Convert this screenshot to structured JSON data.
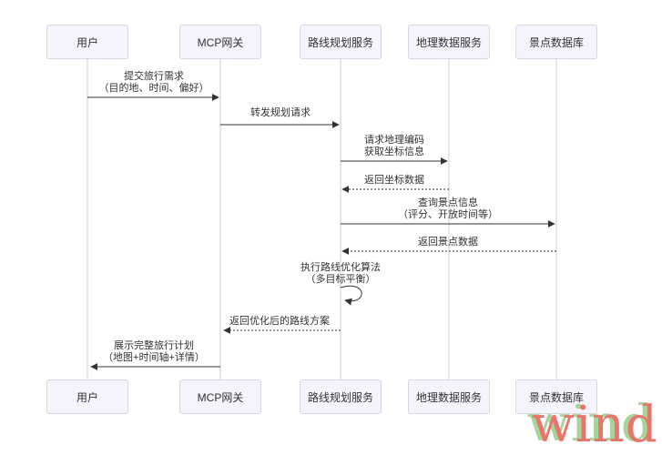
{
  "diagram_title": "MCP travel-planning sequence diagram",
  "participants": [
    {
      "label": "用户"
    },
    {
      "label": "MCP网关"
    },
    {
      "label": "路线规划服务"
    },
    {
      "label": "地理数据服务"
    },
    {
      "label": "景点数据库"
    }
  ],
  "messages": [
    {
      "line1": "提交旅行需求",
      "line2": "（目的地、时间、偏好）",
      "from": "用户",
      "to": "MCP网关",
      "style": "solid"
    },
    {
      "line1": "转发规划请求",
      "line2": "",
      "from": "MCP网关",
      "to": "路线规划服务",
      "style": "solid"
    },
    {
      "line1": "请求地理编码",
      "line2": "获取坐标信息",
      "from": "路线规划服务",
      "to": "地理数据服务",
      "style": "solid"
    },
    {
      "line1": "返回坐标数据",
      "line2": "",
      "from": "地理数据服务",
      "to": "路线规划服务",
      "style": "dashed"
    },
    {
      "line1": "查询景点信息",
      "line2": "（评分、开放时间等）",
      "from": "路线规划服务",
      "to": "景点数据库",
      "style": "solid"
    },
    {
      "line1": "返回景点数据",
      "line2": "",
      "from": "景点数据库",
      "to": "路线规划服务",
      "style": "dashed"
    },
    {
      "line1": "执行路线优化算法",
      "line2": "（多目标平衡）",
      "from": "路线规划服务",
      "to": "路线规划服务",
      "style": "self"
    },
    {
      "line1": "返回优化后的路线方案",
      "line2": "",
      "from": "路线规划服务",
      "to": "MCP网关",
      "style": "dashed"
    },
    {
      "line1": "展示完整旅行计划",
      "line2": "（地图+时间轴+详情）",
      "from": "MCP网关",
      "to": "用户",
      "style": "solid"
    }
  ],
  "watermark": {
    "text": "wind"
  },
  "colors": {
    "actor_fill": "#f4f4fc",
    "actor_border": "#d7d7e8",
    "lifeline": "#ccccdd",
    "arrow": "#333333",
    "text": "#333333",
    "watermark_red": "#e8756c",
    "watermark_green": "#a8d49a"
  }
}
